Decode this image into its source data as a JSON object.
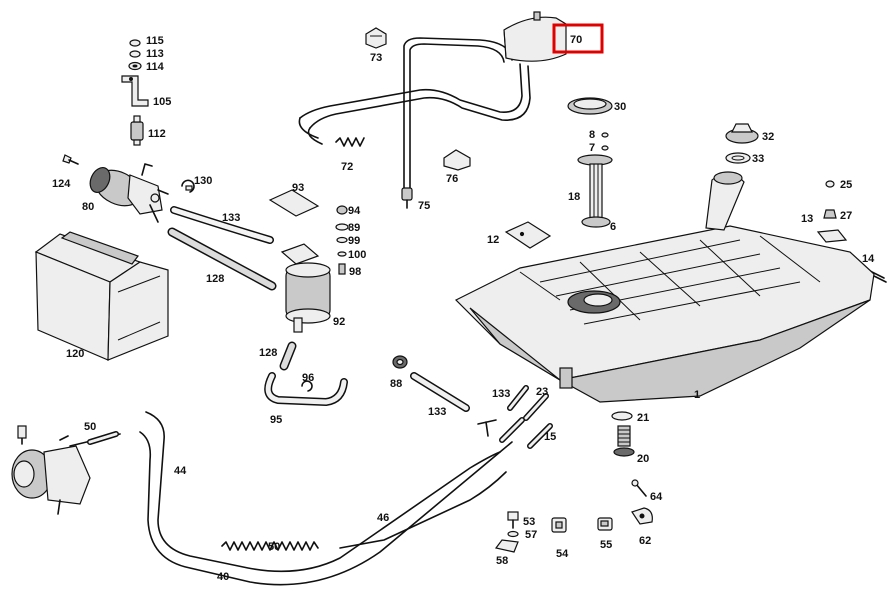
{
  "diagram": {
    "highlight_color": "#e00000",
    "highlighted_part": "70",
    "labels": {
      "l115": "115",
      "l113": "113",
      "l114": "114",
      "l105": "105",
      "l112": "112",
      "l124": "124",
      "l80": "80",
      "l130": "130",
      "l133a": "133",
      "l128a": "128",
      "l120": "120",
      "l73": "73",
      "l72": "72",
      "l75": "75",
      "l76": "76",
      "l70": "70",
      "l30": "30",
      "l8": "8",
      "l7": "7",
      "l18": "18",
      "l6": "6",
      "l32": "32",
      "l33": "33",
      "l25": "25",
      "l27": "27",
      "l13": "13",
      "l14": "14",
      "l12": "12",
      "l93": "93",
      "l94": "94",
      "l89": "89",
      "l99": "99",
      "l100": "100",
      "l98": "98",
      "l92": "92",
      "l128b": "128",
      "l96": "96",
      "l95": "95",
      "l88": "88",
      "l133b": "133",
      "l133c": "133",
      "l23": "23",
      "l15": "15",
      "l1": "1",
      "l21": "21",
      "l20": "20",
      "l64": "64",
      "l62": "62",
      "l50a": "50",
      "l44": "44",
      "l46": "46",
      "l50b": "50",
      "l40": "40",
      "l53": "53",
      "l57": "57",
      "l58": "58",
      "l54": "54",
      "l55": "55"
    }
  }
}
